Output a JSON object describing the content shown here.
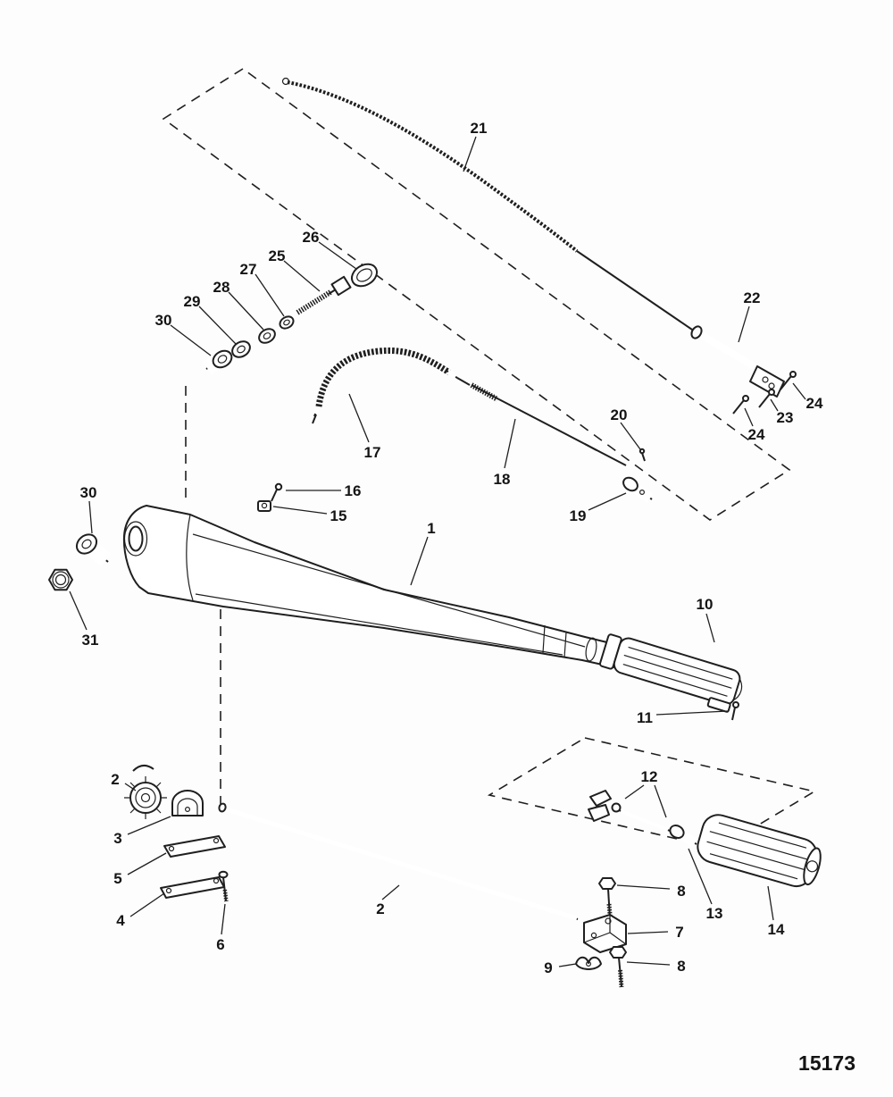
{
  "figure": {
    "id": "15173"
  },
  "callouts": {
    "c1": "1",
    "c2a": "2",
    "c2b": "2",
    "c3": "3",
    "c4": "4",
    "c5": "5",
    "c6": "6",
    "c7": "7",
    "c8a": "8",
    "c8b": "8",
    "c9": "9",
    "c10": "10",
    "c11": "11",
    "c12": "12",
    "c13": "13",
    "c14": "14",
    "c15": "15",
    "c16": "16",
    "c17": "17",
    "c18": "18",
    "c19": "19",
    "c20": "20",
    "c21": "21",
    "c22": "22",
    "c23": "23",
    "c24a": "24",
    "c24b": "24",
    "c25": "25",
    "c26": "26",
    "c27": "27",
    "c28": "28",
    "c29": "29",
    "c30a": "30",
    "c30b": "30",
    "c31": "31"
  }
}
